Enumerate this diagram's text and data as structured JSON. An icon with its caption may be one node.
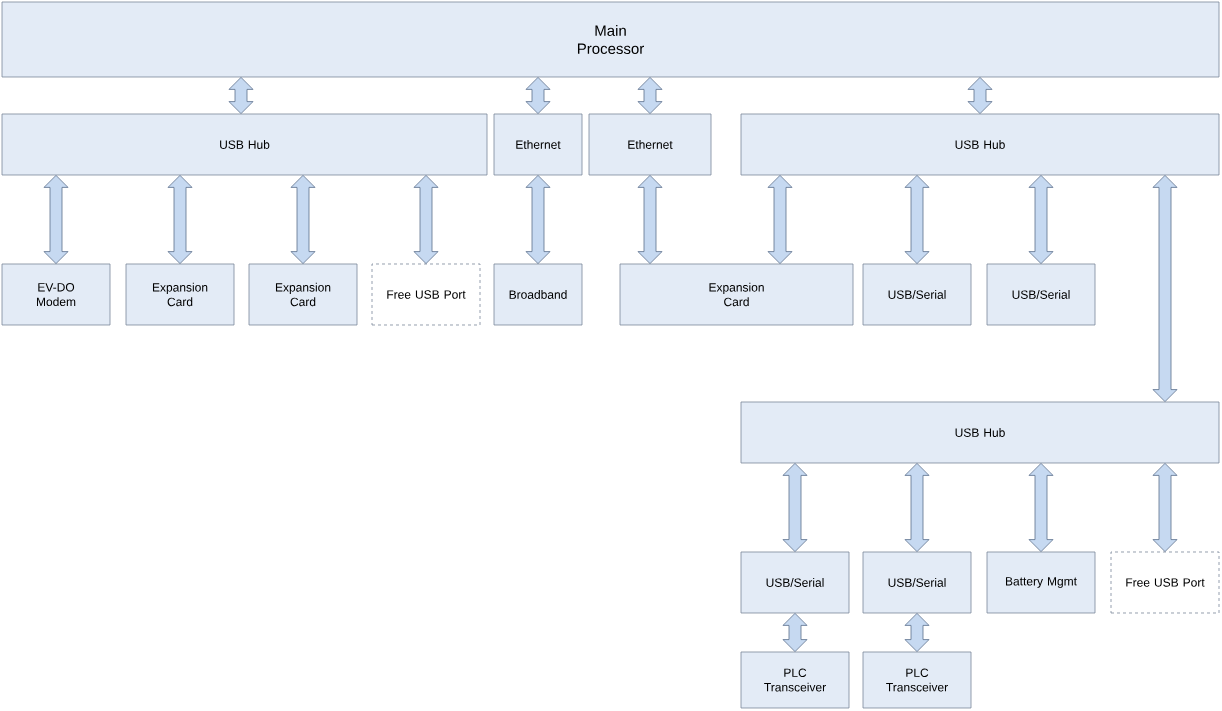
{
  "diagram": {
    "nodes": [
      {
        "text": [
          "Main Processor"
        ]
      },
      {
        "text": [
          "USB Hub"
        ]
      },
      {
        "text": [
          "Ethernet"
        ]
      },
      {
        "text": [
          "Ethernet"
        ]
      },
      {
        "text": [
          "USB Hub"
        ]
      },
      {
        "text": [
          "EV-DO Modem"
        ]
      },
      {
        "text": [
          "Expansion Card"
        ]
      },
      {
        "text": [
          "Expansion Card"
        ]
      },
      {
        "text": [
          "Free USB Port"
        ]
      },
      {
        "text": [
          "Broadband"
        ]
      },
      {
        "text": [
          "Expansion Card"
        ]
      },
      {
        "text": [
          "USB/Serial"
        ]
      },
      {
        "text": [
          "USB/Serial"
        ]
      },
      {
        "text": [
          "USB Hub"
        ]
      },
      {
        "text": [
          "USB/Serial"
        ]
      },
      {
        "text": [
          "USB/Serial"
        ]
      },
      {
        "text": [
          "Battery Mgmt"
        ]
      },
      {
        "text": [
          "Free USB Port"
        ]
      },
      {
        "text": [
          "PLC Transceiver"
        ]
      },
      {
        "text": [
          "PLC Transceiver"
        ]
      }
    ],
    "edges": [
      {
        "from": 0,
        "to": 1,
        "arrow": "both"
      },
      {
        "from": 0,
        "to": 2,
        "arrow": "both"
      },
      {
        "from": 0,
        "to": 3,
        "arrow": "both"
      },
      {
        "from": 0,
        "to": 4,
        "arrow": "both"
      },
      {
        "from": 1,
        "to": 5,
        "arrow": "both"
      },
      {
        "from": 1,
        "to": 6,
        "arrow": "both"
      },
      {
        "from": 1,
        "to": 7,
        "arrow": "both"
      },
      {
        "from": 1,
        "to": 8,
        "arrow": "both"
      },
      {
        "from": 2,
        "to": 9,
        "arrow": "both"
      },
      {
        "from": 3,
        "to": 10,
        "arrow": "both"
      },
      {
        "from": 4,
        "to": 10,
        "arrow": "both"
      },
      {
        "from": 4,
        "to": 11,
        "arrow": "both"
      },
      {
        "from": 4,
        "to": 12,
        "arrow": "both"
      },
      {
        "from": 4,
        "to": 13,
        "arrow": "both"
      },
      {
        "from": 13,
        "to": 14,
        "arrow": "both"
      },
      {
        "from": 13,
        "to": 15,
        "arrow": "both"
      },
      {
        "from": 13,
        "to": 16,
        "arrow": "both"
      },
      {
        "from": 13,
        "to": 17,
        "arrow": "both"
      },
      {
        "from": 14,
        "to": 18,
        "arrow": "both"
      },
      {
        "from": 15,
        "to": 19,
        "arrow": "both"
      }
    ]
  }
}
